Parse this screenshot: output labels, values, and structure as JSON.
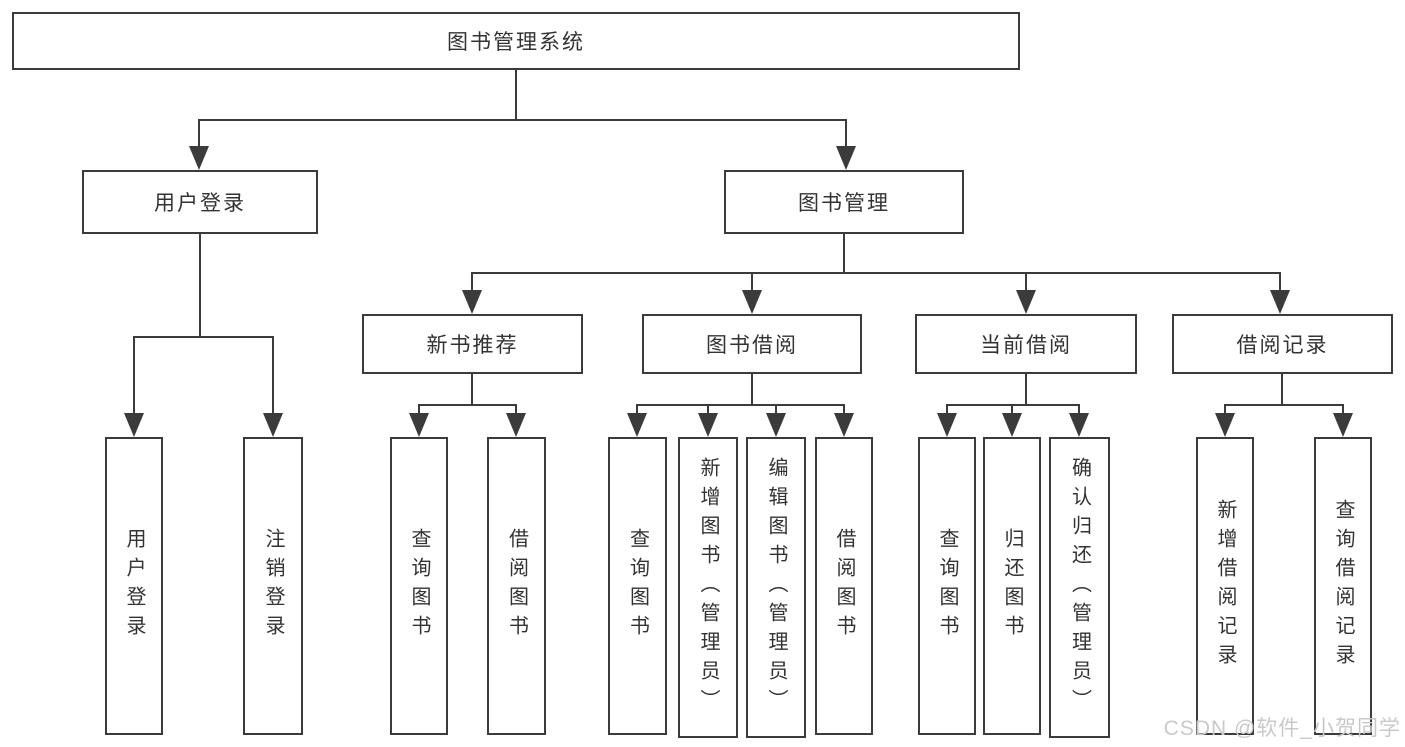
{
  "diagram_title": "图书管理系统",
  "colors": {
    "line": "#3b3b3b",
    "box_border": "#3b3b3b",
    "text": "#333333",
    "background": "#ffffff",
    "watermark": "#c9c9c9"
  },
  "tree": {
    "label": "图书管理系统",
    "children": [
      {
        "label": "用户登录",
        "children": [
          {
            "label": "用户登录"
          },
          {
            "label": "注销登录"
          }
        ]
      },
      {
        "label": "图书管理",
        "children": [
          {
            "label": "新书推荐",
            "children": [
              {
                "label": "查询图书"
              },
              {
                "label": "借阅图书"
              }
            ]
          },
          {
            "label": "图书借阅",
            "children": [
              {
                "label": "查询图书"
              },
              {
                "label": "新增图书（管理员）"
              },
              {
                "label": "编辑图书（管理员）"
              },
              {
                "label": "借阅图书"
              }
            ]
          },
          {
            "label": "当前借阅",
            "children": [
              {
                "label": "查询图书"
              },
              {
                "label": "归还图书"
              },
              {
                "label": "确认归还（管理员）"
              }
            ]
          },
          {
            "label": "借阅记录",
            "children": [
              {
                "label": "新增借阅记录"
              },
              {
                "label": "查询借阅记录"
              }
            ]
          }
        ]
      }
    ]
  },
  "watermark": {
    "text": "CSDN @软件_小贺同学"
  }
}
